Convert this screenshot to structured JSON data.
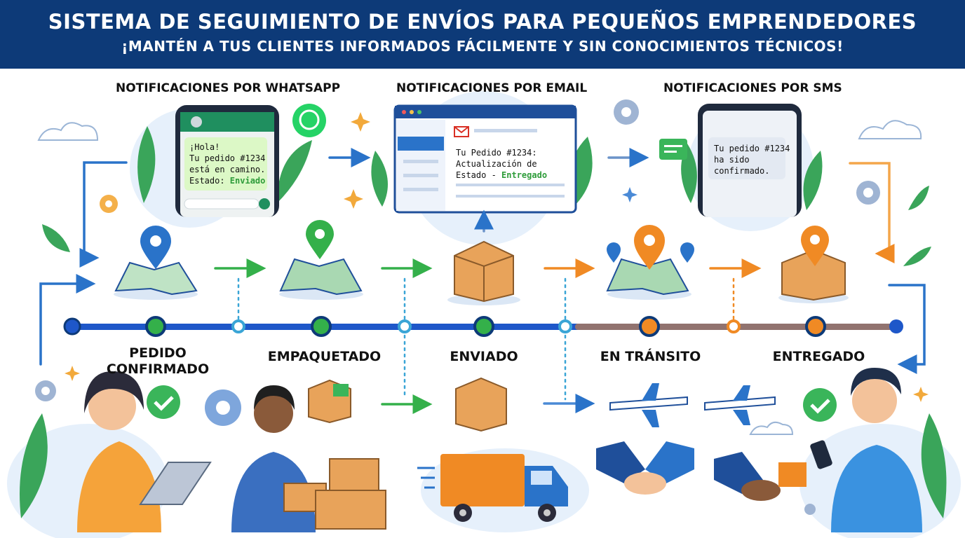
{
  "header": {
    "title": "SISTEMA DE SEGUIMIENTO DE ENVÍOS PARA PEQUEÑOS EMPRENDEDORES",
    "subtitle": "¡MANTÉN A TUS CLIENTES INFORMADOS FÁCILMENTE Y SIN CONOCIMIENTOS TÉCNICOS!"
  },
  "channels": {
    "whatsapp": {
      "label": "NOTIFICACIONES POR WHATSAPP",
      "message": "¡Hola!\nTu pedido #1234\nestá en camino.\nEstado: ",
      "status": "Enviado"
    },
    "email": {
      "label": "NOTIFICACIONES POR EMAIL",
      "message": "Tu Pedido #1234:\nActualización de\nEstado - ",
      "status": "Entregado"
    },
    "sms": {
      "label": "NOTIFICACIONES POR SMS",
      "message": "Tu pedido #1234\nha sido\nconfirmado."
    }
  },
  "stages": {
    "confirmado": "PEDIDO\nCONFIRMADO",
    "empaquetado": "EMPAQUETADO",
    "enviado": "ENVIADO",
    "transito": "EN TRÁNSITO",
    "entregado": "ENTREGADO"
  },
  "colors": {
    "header_bg": "#0d3a78",
    "timeline_blue": "#1e57c9",
    "green": "#34b04a",
    "orange": "#f08a24",
    "whatsapp_green": "#25d366",
    "box": "#e8a35a"
  }
}
